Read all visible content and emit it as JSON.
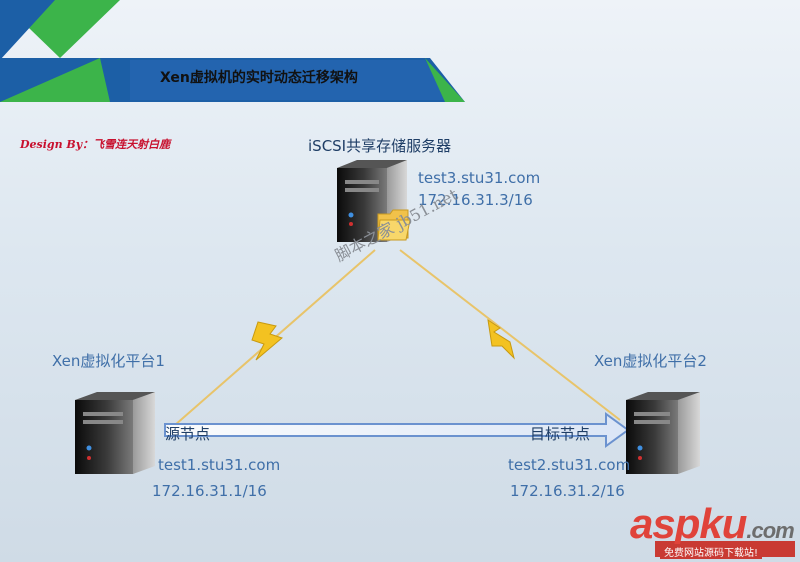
{
  "title": "Xen虚拟机的实时动态迁移架构",
  "design_by": "Design By：飞雪连天射白鹿",
  "watermark": "脚本之家 jb51.net",
  "brand": {
    "name": "aspku",
    "domain": ".com",
    "tagline": "免费网站源码下载站!"
  },
  "storage": {
    "label": "iSCSI共享存储服务器",
    "host": "test3.stu31.com",
    "ip": "172.16.31.3/16"
  },
  "platform1": {
    "label": "Xen虚拟化平台1",
    "role": "源节点",
    "host": "test1.stu31.com",
    "ip": "172.16.31.1/16"
  },
  "platform2": {
    "label": "Xen虚拟化平台2",
    "role": "目标节点",
    "host": "test2.stu31.com",
    "ip": "172.16.31.2/16"
  },
  "colors": {
    "banner": "#1c5fa6",
    "triangle_green": "#3cb44a",
    "text_blue": "#3f6fa8",
    "bolt": "#f3c221",
    "arrow": "#6b92cf"
  }
}
